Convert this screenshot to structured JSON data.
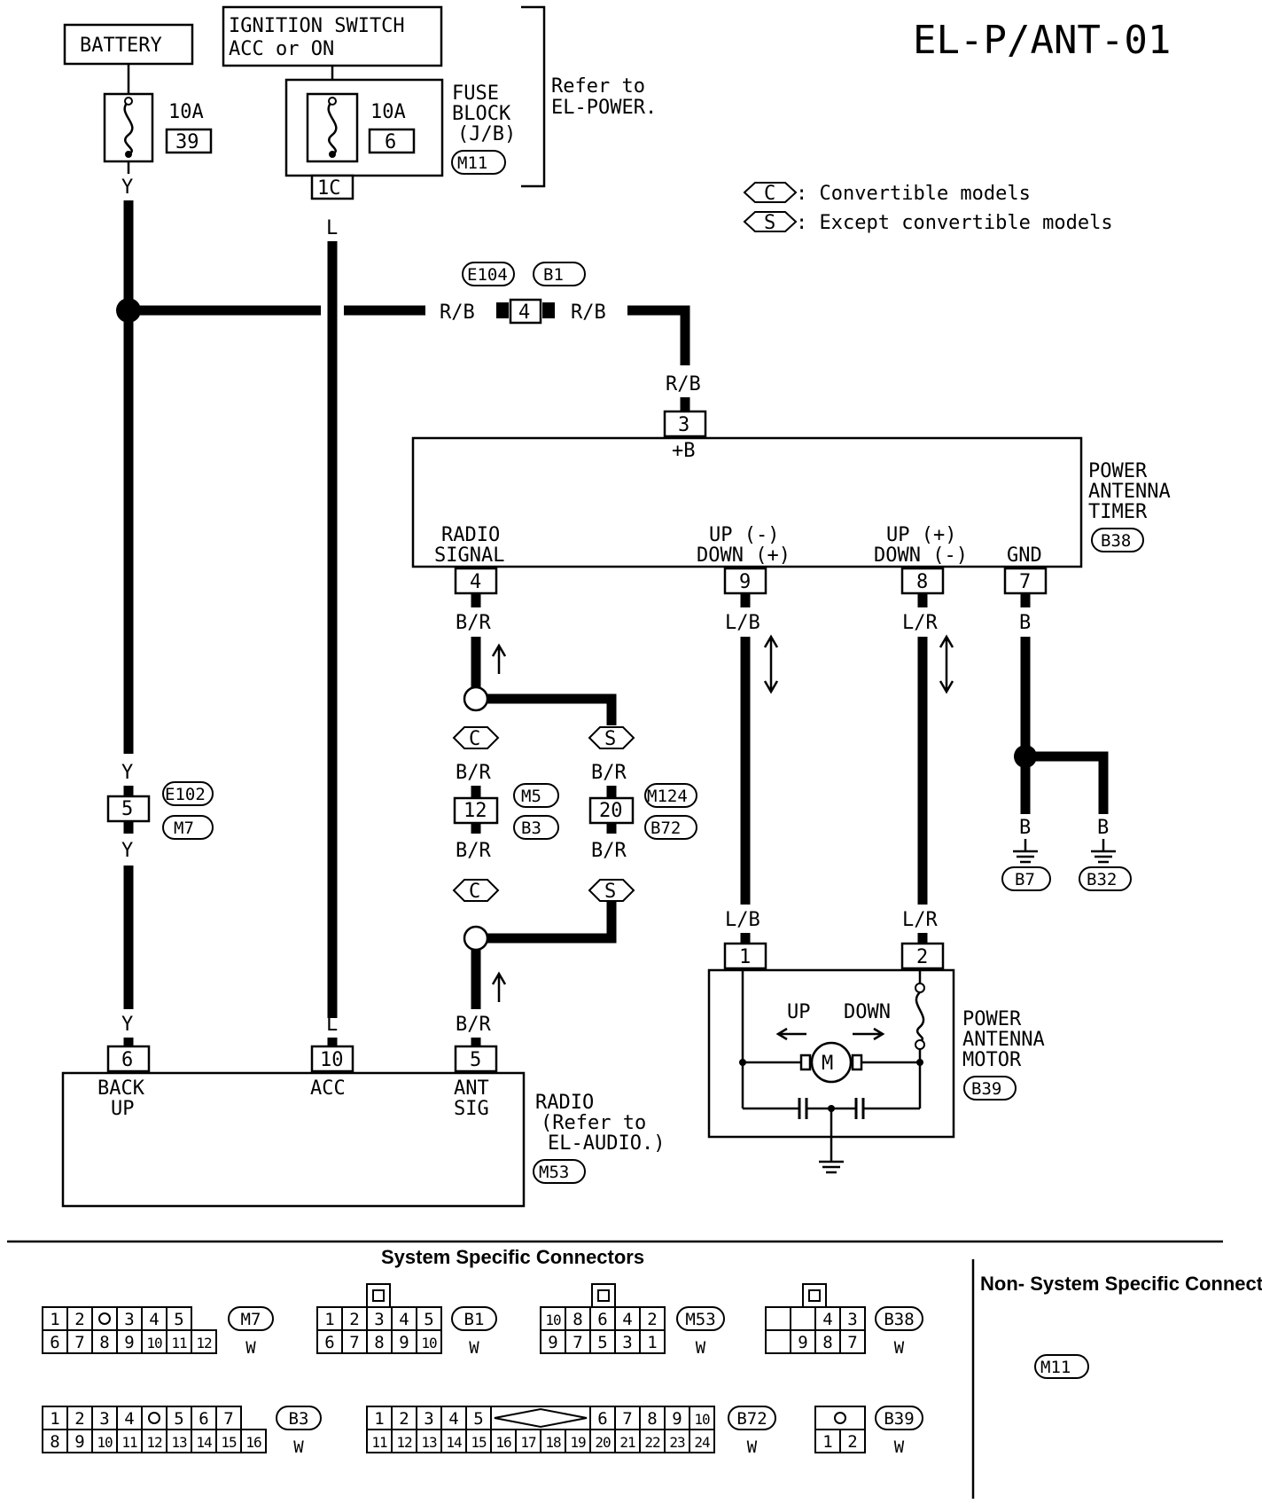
{
  "title": "EL-P/ANT-01",
  "battery": {
    "label": "BATTERY",
    "fuse_amp": "10A",
    "fuse_num": "39",
    "wire": "Y"
  },
  "ignition": {
    "line1": "IGNITION SWITCH",
    "line2": "ACC or ON",
    "fuse_amp": "10A",
    "fuse_num": "6",
    "conn": "1C",
    "wire": "L"
  },
  "fuse_block": {
    "line1": "FUSE",
    "line2": "BLOCK",
    "line3": "(J/B)",
    "code": "M11"
  },
  "refer_power": {
    "line1": "Refer to",
    "line2": "EL-POWER."
  },
  "legend": {
    "c_sym": "C",
    "c_text": ": Convertible models",
    "s_sym": "S",
    "s_text": ": Except convertible models"
  },
  "rb_junction": {
    "wire_left": "R/B",
    "wire_right": "R/B",
    "conn": "4",
    "code1": "E104",
    "code2": "B1",
    "wire_down": "R/B"
  },
  "timer": {
    "line1": "POWER",
    "line2": "ANTENNA",
    "line3": "TIMER",
    "code": "B38",
    "pin_b": "3",
    "pin_b_label": "+B",
    "p4_label1": "RADIO",
    "p4_label2": "SIGNAL",
    "p4": "4",
    "p9_label1": "UP (-)",
    "p9_label2": "DOWN (+)",
    "p9": "9",
    "p8_label1": "UP (+)",
    "p8_label2": "DOWN (-)",
    "p8": "8",
    "p7_label": "GND",
    "p7": "7"
  },
  "wires": {
    "br": "B/R",
    "lb": "L/B",
    "lr": "L/R",
    "b": "B",
    "y": "Y",
    "l": "L"
  },
  "y_conn": {
    "pin": "5",
    "code1": "E102",
    "code2": "M7"
  },
  "c_conn": {
    "sym": "C",
    "pin": "12",
    "code1": "M5",
    "code2": "B3"
  },
  "s_conn": {
    "sym": "S",
    "pin": "20",
    "code1": "M124",
    "code2": "B72"
  },
  "grounds": {
    "g1": "B7",
    "g2": "B32"
  },
  "motor": {
    "line1": "POWER",
    "line2": "ANTENNA",
    "line3": "MOTOR",
    "code": "B39",
    "pin1": "1",
    "pin2": "2",
    "up": "UP",
    "down": "DOWN",
    "m": "M"
  },
  "radio": {
    "line1": "RADIO",
    "line2": "(Refer to",
    "line3": "EL-AUDIO.)",
    "code": "M53",
    "pin6": "6",
    "pin6_l1": "BACK",
    "pin6_l2": "UP",
    "pin10": "10",
    "pin10_l": "ACC",
    "pin5": "5",
    "pin5_l1": "ANT",
    "pin5_l2": "SIG"
  },
  "connectors": {
    "system_title": "System Specific Connectors",
    "non_system_title": "Non- System Specific Connectors",
    "non_system_code": "M11",
    "m7": {
      "code": "M7",
      "color": "W",
      "row1": [
        "1",
        "2",
        "o",
        "3",
        "4",
        "5"
      ],
      "row2": [
        "6",
        "7",
        "8",
        "9",
        "10",
        "11",
        "12"
      ]
    },
    "b1": {
      "code": "B1",
      "color": "W",
      "row1": [
        "1",
        "2",
        "3",
        "4",
        "5"
      ],
      "row2": [
        "6",
        "7",
        "8",
        "9",
        "10"
      ]
    },
    "m53": {
      "code": "M53",
      "color": "W",
      "row1": [
        "10",
        "8",
        "6",
        "4",
        "2"
      ],
      "row2": [
        "9",
        "7",
        "5",
        "3",
        "1"
      ]
    },
    "b38": {
      "code": "B38",
      "color": "W",
      "row1": [
        "",
        "",
        "4",
        "3"
      ],
      "row2": [
        "",
        "9",
        "8",
        "7"
      ]
    },
    "b3": {
      "code": "B3",
      "color": "W",
      "row1": [
        "1",
        "2",
        "3",
        "4",
        "o",
        "5",
        "6",
        "7"
      ],
      "row2": [
        "8",
        "9",
        "10",
        "11",
        "12",
        "13",
        "14",
        "15",
        "16"
      ]
    },
    "b72": {
      "code": "B72",
      "color": "W",
      "row1a": [
        "1",
        "2",
        "3",
        "4",
        "5"
      ],
      "row1b": [
        "6",
        "7",
        "8",
        "9",
        "10"
      ],
      "row2": [
        "11",
        "12",
        "13",
        "14",
        "15",
        "16",
        "17",
        "18",
        "19",
        "20",
        "21",
        "22",
        "23",
        "24"
      ]
    },
    "b39": {
      "code": "B39",
      "color": "W",
      "row1": [
        "o"
      ],
      "row2": [
        "1",
        "2"
      ]
    }
  }
}
